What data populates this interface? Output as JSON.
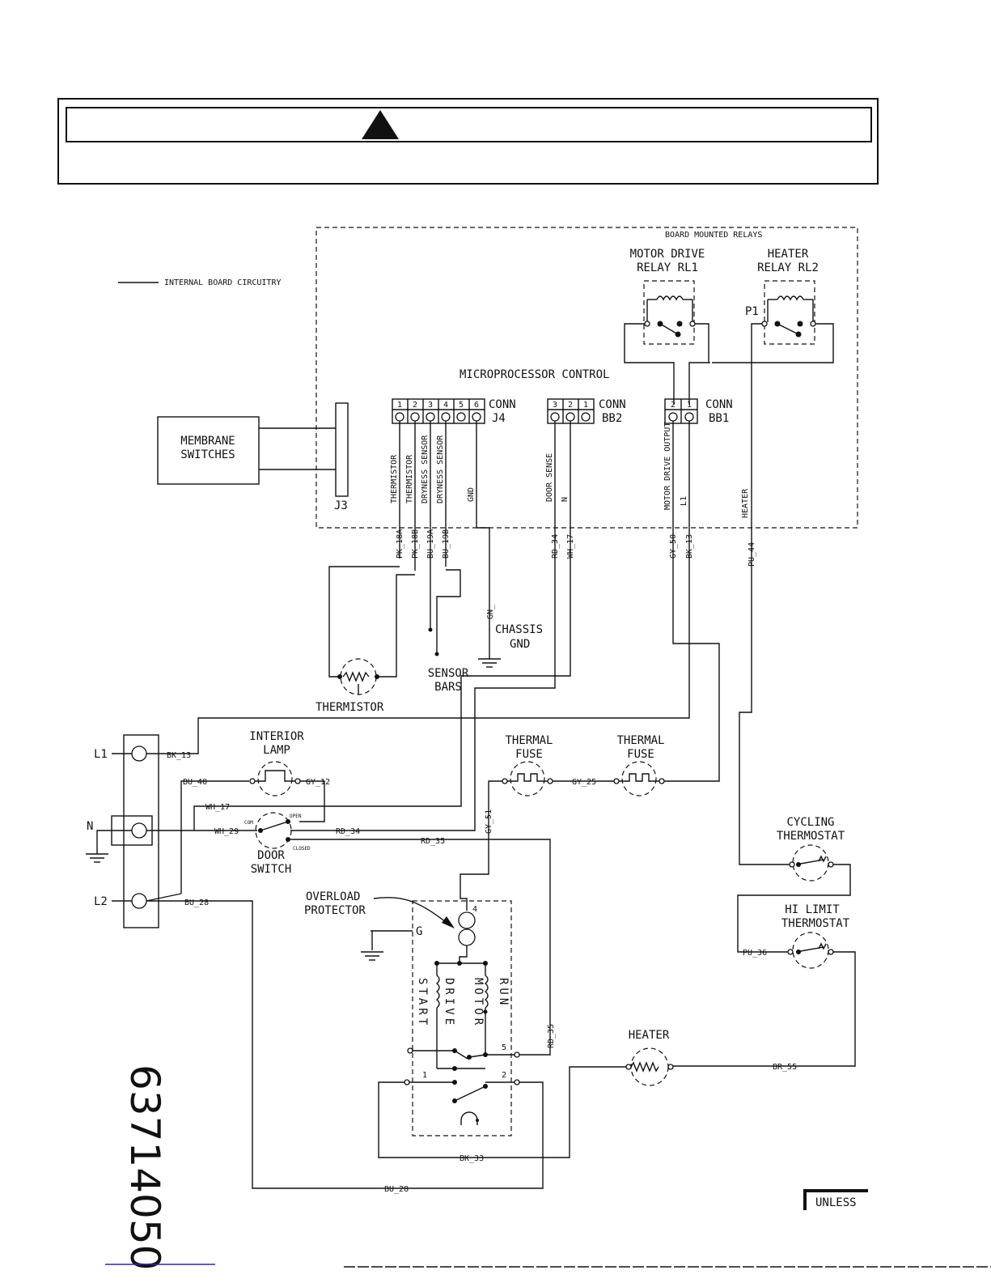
{
  "labels": {
    "board_mounted_relays": "BOARD MOUNTED RELAYS",
    "motor_relay": [
      "MOTOR DRIVE",
      "RELAY RL1"
    ],
    "heater_relay": [
      "HEATER",
      "RELAY RL2"
    ],
    "p1": "P1",
    "internal_board_circuitry": "INTERNAL BOARD CIRCUITRY",
    "microprocessor_control": "MICROPROCESSOR CONTROL",
    "conn_j4": [
      "CONN",
      "J4"
    ],
    "conn_bb2": [
      "CONN",
      "BB2"
    ],
    "conn_bb1": [
      "CONN",
      "BB1"
    ],
    "membrane_switches": [
      "MEMBRANE",
      "SWITCHES"
    ],
    "j3": "J3",
    "chassis_gnd": [
      "CHASSIS",
      "GND"
    ],
    "sensor_bars": [
      "SENSOR",
      "BARS"
    ],
    "thermistor": "THERMISTOR",
    "interior_lamp": [
      "INTERIOR",
      "LAMP"
    ],
    "thermal_fuse_1": [
      "THERMAL",
      "FUSE"
    ],
    "thermal_fuse_2": [
      "THERMAL",
      "FUSE"
    ],
    "cycling_thermostat": [
      "CYCLING",
      "THERMOSTAT"
    ],
    "hi_limit_thermostat": [
      "HI LIMIT",
      "THERMOSTAT"
    ],
    "door_switch": [
      "DOOR",
      "SWITCH"
    ],
    "overload_protector": [
      "OVERLOAD",
      "PROTECTOR"
    ],
    "heater": "HEATER",
    "terminal_l1": "L1",
    "terminal_n": "N",
    "terminal_l2": "L2",
    "motor_g": "G",
    "motor_start": "START",
    "motor_drive": "DRIVE",
    "motor_motor": "MOTOR",
    "motor_run": "RUN",
    "door_com": "COM",
    "door_open": "OPEN",
    "door_closed": "CLOSED",
    "part_number": "63714050",
    "unless": "UNLESS"
  },
  "pins": {
    "j4": [
      "1",
      "2",
      "3",
      "4",
      "5",
      "6"
    ],
    "bb2": [
      "3",
      "2",
      "1"
    ],
    "bb1": [
      "2",
      "1"
    ],
    "motor": [
      "4",
      "5",
      "1",
      "2"
    ]
  },
  "signals": {
    "j4": [
      "THERMISTOR",
      "THERMISTOR",
      "DRYNESS SENSOR",
      "DRYNESS SENSOR",
      "GND"
    ],
    "bb2": [
      "DOOR SENSE",
      "N"
    ],
    "bb1": [
      "MOTOR DRIVE OUTPUT",
      "L1"
    ],
    "heater": "HEATER"
  },
  "wires": {
    "pk18a": "PK_18A",
    "pk18b": "PK_18B",
    "bu19a": "BU_19A",
    "bu19b": "BU_19B",
    "gn": "GN_",
    "rd34": "RD_34",
    "wh17": "WH_17",
    "gy50": "GY_50",
    "bk13": "BK_13",
    "pu44": "PU_44",
    "bu40": "BU_40",
    "gy12": "GY_12",
    "gy25": "GY_25",
    "gy51": "GY_51",
    "wh29": "WH_29",
    "rd35": "RD_35",
    "bu28": "BU_28",
    "bk33": "BK_33",
    "br55": "BR_55",
    "pu36": "PU_36"
  }
}
